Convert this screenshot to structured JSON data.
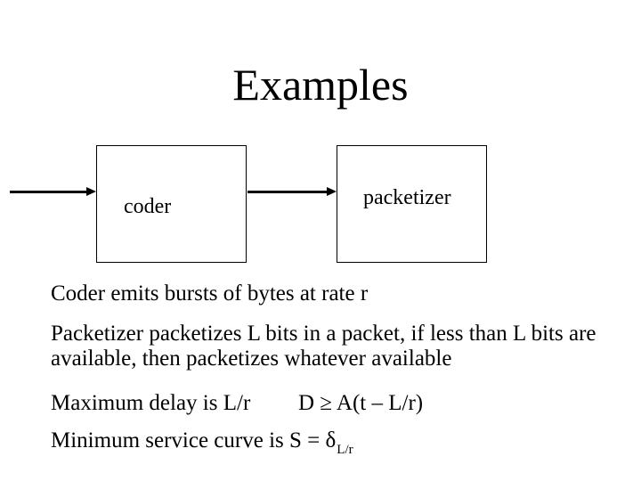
{
  "slide": {
    "title": "Examples",
    "diagram": {
      "coder_label": "coder",
      "packetizer_label": "packetizer"
    },
    "body": {
      "line1": "Coder emits bursts of bytes at rate r",
      "line2a": "Packetizer packetizes L bits in a packet, if less than L bits are",
      "line2b": "available, then packetizes whatever available",
      "max_delay": "Maximum delay is L/r",
      "delay_formula": "D ≥ A(t – L/r)",
      "min_service_prefix": "Minimum service curve is S = δ",
      "min_service_subscript": "L/r"
    },
    "colors": {
      "background": "#ffffff",
      "text": "#000000",
      "line": "#000000"
    }
  }
}
